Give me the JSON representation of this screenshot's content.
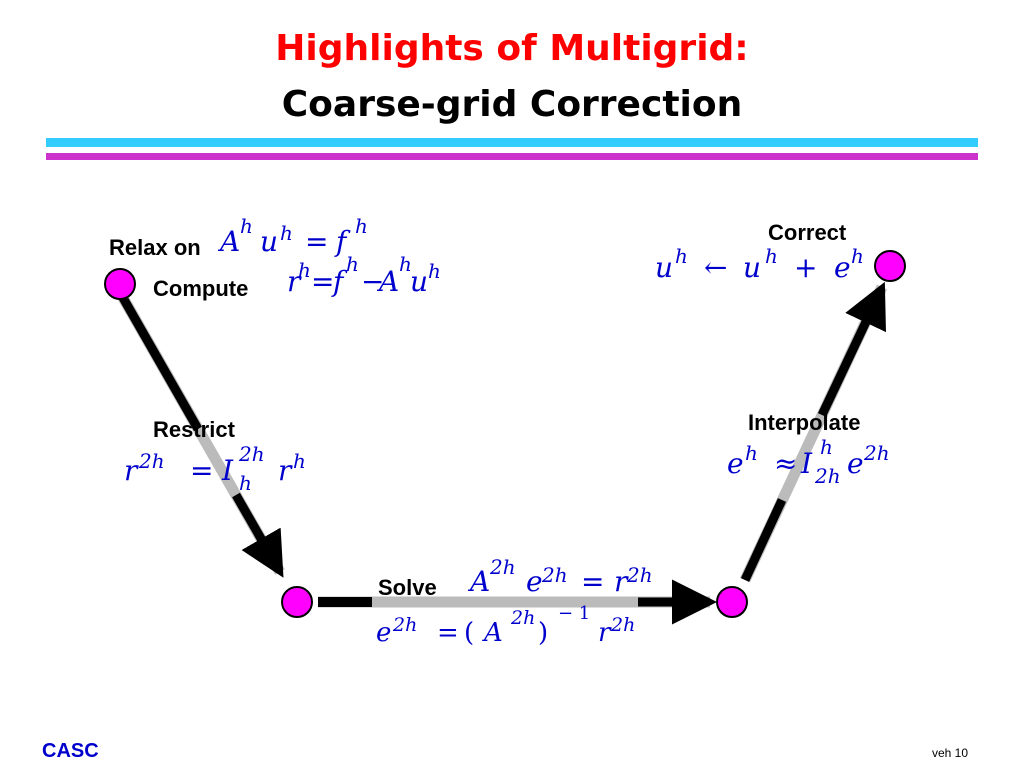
{
  "title": {
    "line1": "Highlights of Multigrid:",
    "line2": "Coarse-grid Correction"
  },
  "colors": {
    "title_red": "#ff0000",
    "rule_cyan": "#33ccff",
    "rule_magenta": "#cc33cc",
    "node_fill": "#ff00ff",
    "math_blue": "#0000cc",
    "footer_blue": "#0000cc"
  },
  "labels": {
    "relax_on": "Relax on",
    "compute": "Compute",
    "restrict": "Restrict",
    "solve": "Solve",
    "interpolate": "Interpolate",
    "correct": "Correct"
  },
  "equations": {
    "relax": {
      "A": "A",
      "h": "h",
      "u": "u",
      "eq": "=",
      "f": "f"
    },
    "compute": {
      "r": "r",
      "h": "h",
      "eq": "=",
      "f": "f",
      "minus": "−",
      "A": "A",
      "u": "u"
    },
    "restrict": {
      "r": "r",
      "two_h": "2h",
      "eq": "=",
      "I": "I",
      "h": "h"
    },
    "solve1": {
      "A": "A",
      "two_h": "2h",
      "e": "e",
      "eq": "=",
      "r": "r"
    },
    "solve2": {
      "e": "e",
      "two_h": "2h",
      "eq": "=",
      "lparen": "(",
      "A": "A",
      "rparen": ")",
      "neg1": "− 1",
      "r": "r"
    },
    "interpolate": {
      "e": "e",
      "h": "h",
      "approx": "≈",
      "I": "I",
      "two_h": "2h"
    },
    "correct": {
      "u": "u",
      "h": "h",
      "arrow": "←",
      "plus": "+",
      "e": "e"
    }
  },
  "footer": {
    "left": "CASC",
    "right": "veh 10"
  }
}
